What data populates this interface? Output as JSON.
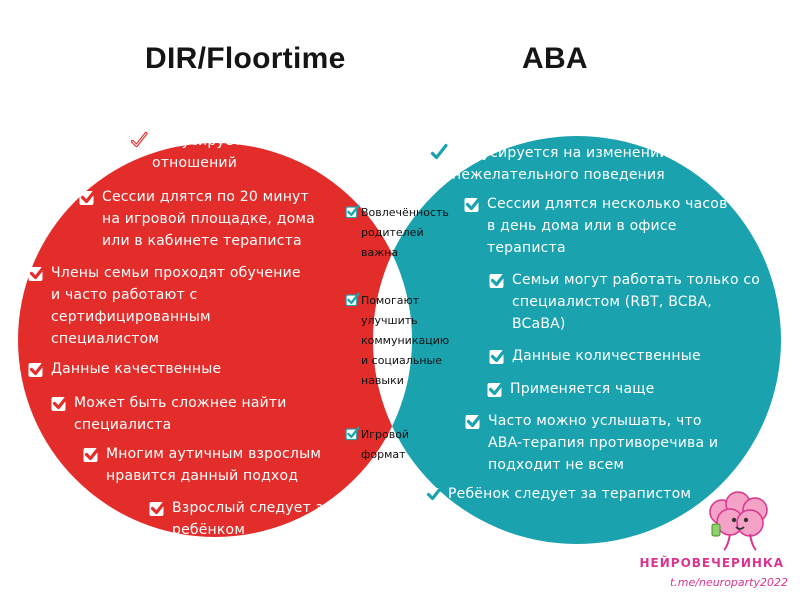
{
  "titles": {
    "left": "DIR/Floortime",
    "right": "ABA"
  },
  "colors": {
    "left_circle": "#e32d2a",
    "right_circle": "#1aa2af",
    "overlap": "#ffffff",
    "check_left": "#e32d2a",
    "check_right": "#1aa2af",
    "brand": "#d9358f"
  },
  "icons": {
    "checkbox": "checkbox-checked-icon",
    "mascot": "brain-mascot-icon"
  },
  "left_items": [
    "Фокусируется на построении\nотношений",
    "Сессии длятся по 20 минут\nна игровой площадке, дома\nили в кабинете тераписта",
    "Члены семьи проходят обучение\nи часто работают с\nсертифицированным\nспециалистом",
    "Данные качественные",
    "Может быть сложнее найти\nспециалиста",
    "Многим аутичным взрослым\nнравится данный подход",
    "Взрослый следует за\nребёнком"
  ],
  "right_items": [
    "Фокусируется на изменении\nнежелательного поведения",
    "Сессии длятся несколько часов\nв день дома или в офисе\nтераписта",
    "Семьи могут работать только со\nспециалистом (RBT, BCBA,\n BCaBA)",
    "Данные количественные",
    "Применяется чаще",
    "Часто можно услышать, что\nABA-терапия противоречива и\nподходит не всем",
    "Ребёнок следует за терапистом"
  ],
  "middle_items": [
    "Вовлечённость\nродителей\nважна",
    "Помогают\nулучшить\nкоммуникацию\nи социальные\n навыки",
    "Игровой\nформат"
  ],
  "brand": {
    "name": "НЕЙРОВЕЧЕРИНКА",
    "link": "t.me/neuroparty2022"
  }
}
